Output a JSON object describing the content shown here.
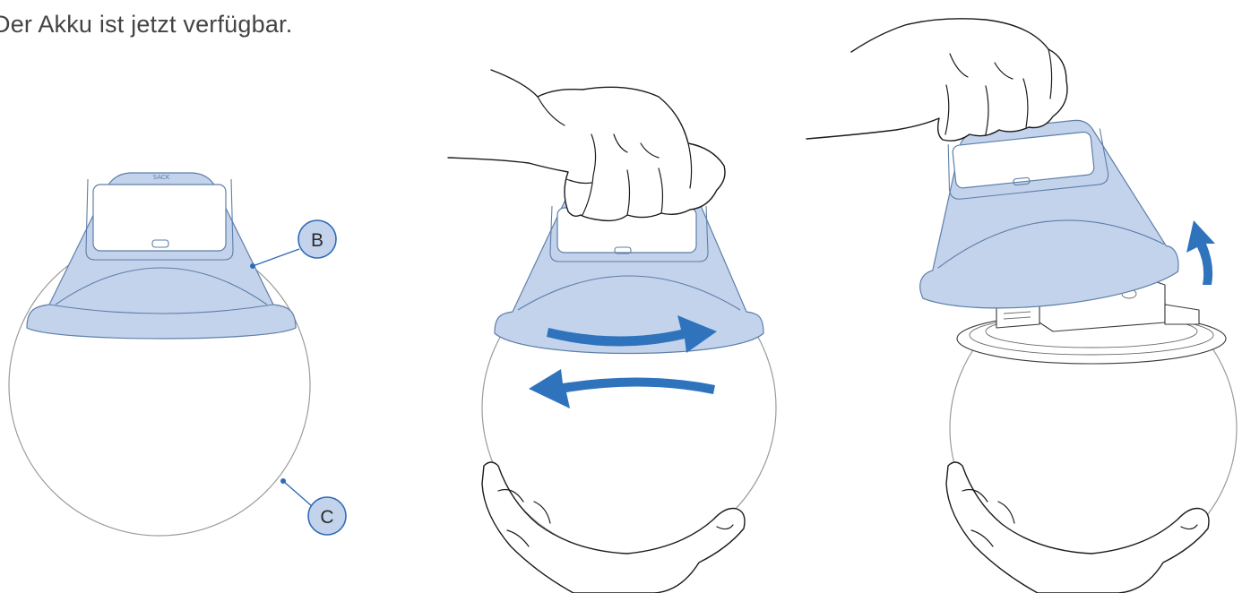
{
  "caption": "Der Akku ist jetzt verfügbar.",
  "callouts": [
    {
      "label": "B",
      "target": "lid"
    },
    {
      "label": "C",
      "target": "globe"
    }
  ],
  "lid_brand": "SACK",
  "steps": [
    {
      "name": "parts"
    },
    {
      "name": "rotate-lid",
      "arrows": [
        "clockwise",
        "counterclockwise"
      ]
    },
    {
      "name": "lift-lid",
      "arrows": [
        "up"
      ]
    }
  ],
  "colors": {
    "accent": "#2f73bd",
    "lid_fill": "#c3d3ec",
    "lid_stroke": "#5e7ea8",
    "globe_stroke": "#9b9b9b",
    "text": "#444444"
  }
}
